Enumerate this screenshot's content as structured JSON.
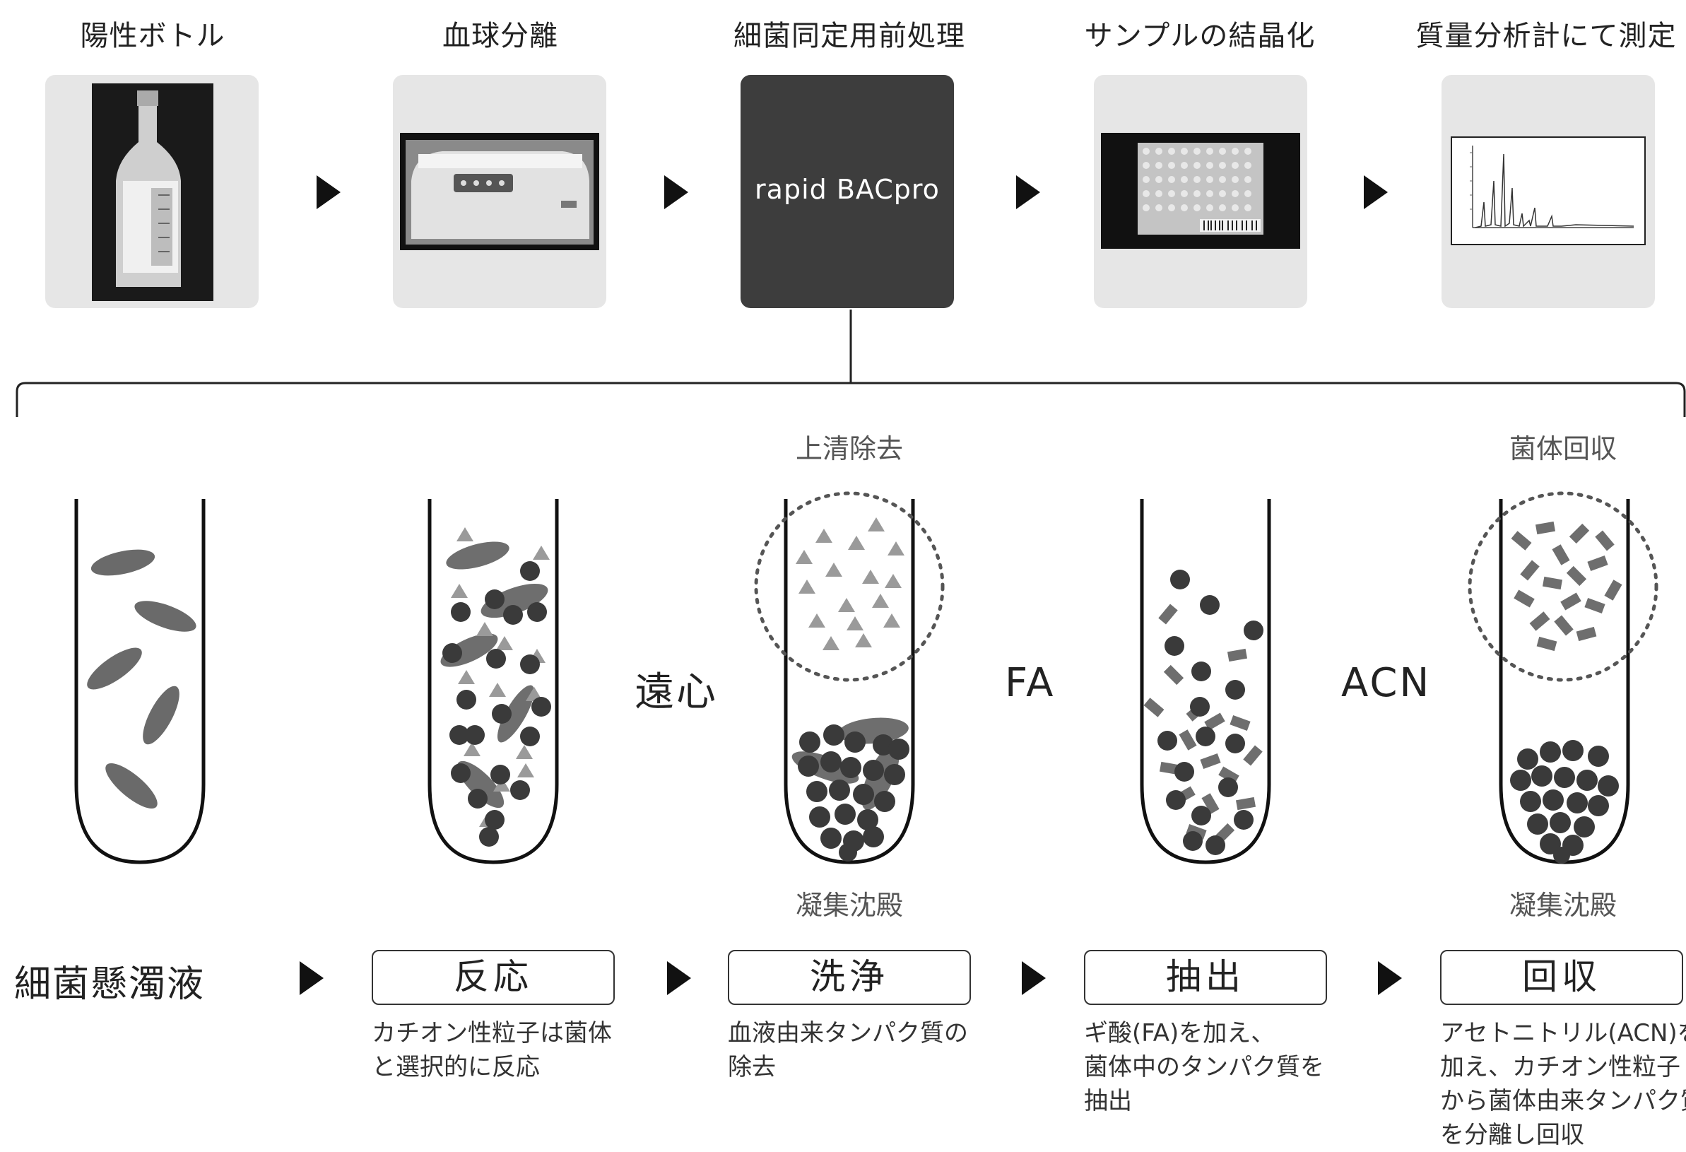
{
  "top_steps": [
    {
      "label": "陽性ボトル",
      "visual": "bottle-photo"
    },
    {
      "label": "血球分離",
      "visual": "centrifuge-photo"
    },
    {
      "label": "細菌同定用前処理",
      "visual": "dark-box",
      "box_text": "rapid BACpro"
    },
    {
      "label": "サンプルの結晶化",
      "visual": "target-plate-photo"
    },
    {
      "label": "質量分析計にて測定",
      "visual": "spectrum-photo"
    }
  ],
  "tube_annotations": {
    "supernatant_removal": "上清除去",
    "aggregate_precip_1": "凝集沈殿",
    "bacteria_recovery": "菌体回収",
    "aggregate_precip_2": "凝集沈殿"
  },
  "operations": {
    "centrifuge": "遠心",
    "fa": "FA",
    "acn": "ACN"
  },
  "bottom_steps": {
    "start": "細菌懸濁液",
    "boxes": [
      {
        "label": "反応",
        "desc": "カチオン性粒子は菌体\nと選択的に反応"
      },
      {
        "label": "洗浄",
        "desc": "血液由来タンパク質の\n除去"
      },
      {
        "label": "抽出",
        "desc": "ギ酸(FA)を加え、\n菌体中のタンパク質を\n抽出"
      },
      {
        "label": "回収",
        "desc": "アセトニトリル(ACN)を\n加え、カチオン性粒子\nから菌体由来タンパク質\nを分離し回収"
      }
    ]
  },
  "colors": {
    "card_bg": "#e6e6e6",
    "dark_card": "#3d3d3d",
    "particle_dark": "#3a3a3a",
    "particle_mid": "#6e6e6e",
    "triangle": "#9a9a9a"
  }
}
